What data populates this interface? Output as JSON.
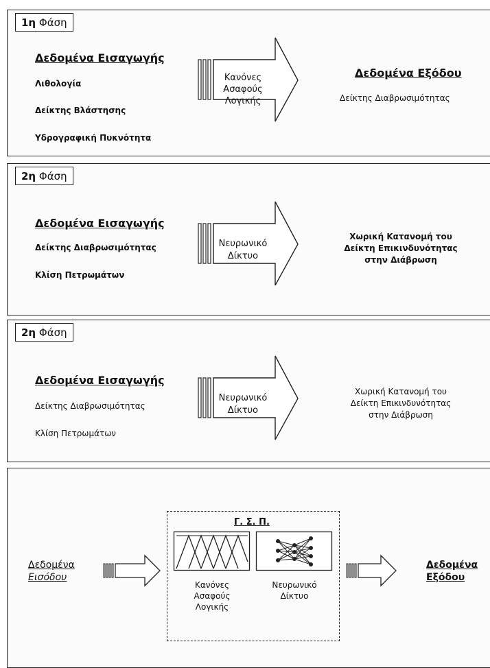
{
  "phase1": {
    "label_num": "1η",
    "label_word": "Φάση",
    "input_heading": "Δεδομένα Εισαγωγής",
    "inputs": [
      "Λιθολογία",
      "Δείκτης Βλάστησης",
      "Υδρογραφική Πυκνότητα"
    ],
    "process": [
      "Κανόνες",
      "Ασαφούς",
      "Λογικής"
    ],
    "output_heading": "Δεδομένα Εξόδου",
    "output": "Δείκτης Διαβρωσιμότητας"
  },
  "phase2": {
    "label_num": "2η",
    "label_word": "Φάση",
    "input_heading": "Δεδομένα Εισαγωγής",
    "inputs": [
      "Δείκτης Διαβρωσιμότητας",
      "Κλίση Πετρωμάτων"
    ],
    "process": [
      "Νευρωνικό",
      "Δίκτυο"
    ],
    "output": [
      "Χωρική Κατανομή του",
      "Δείκτη Επικινδυνότητας",
      "στην Διάβρωση"
    ]
  },
  "phase3": {
    "label_num": "2η",
    "label_word": "Φάση",
    "input_heading": "Δεδομένα Εισαγωγής",
    "inputs": [
      "Δείκτης Διαβρωσιμότητας",
      "Κλίση Πετρωμάτων"
    ],
    "process": [
      "Νευρωνικό",
      "Δίκτυο"
    ],
    "output": [
      "Χωρική Κατανομή του",
      "Δείκτη Επικινδυνότητας",
      "στην Διάβρωση"
    ]
  },
  "system": {
    "input_label": [
      "Δεδομένα",
      "Εισόδου"
    ],
    "gis_title": "Γ. Σ. Π.",
    "fuzzy_label": [
      "Κανόνες",
      "Ασαφούς",
      "Λογικής"
    ],
    "nn_label": [
      "Νευρωνικό",
      "Δίκτυο"
    ],
    "output_label": [
      "Δεδομένα",
      "Εξόδου"
    ]
  }
}
